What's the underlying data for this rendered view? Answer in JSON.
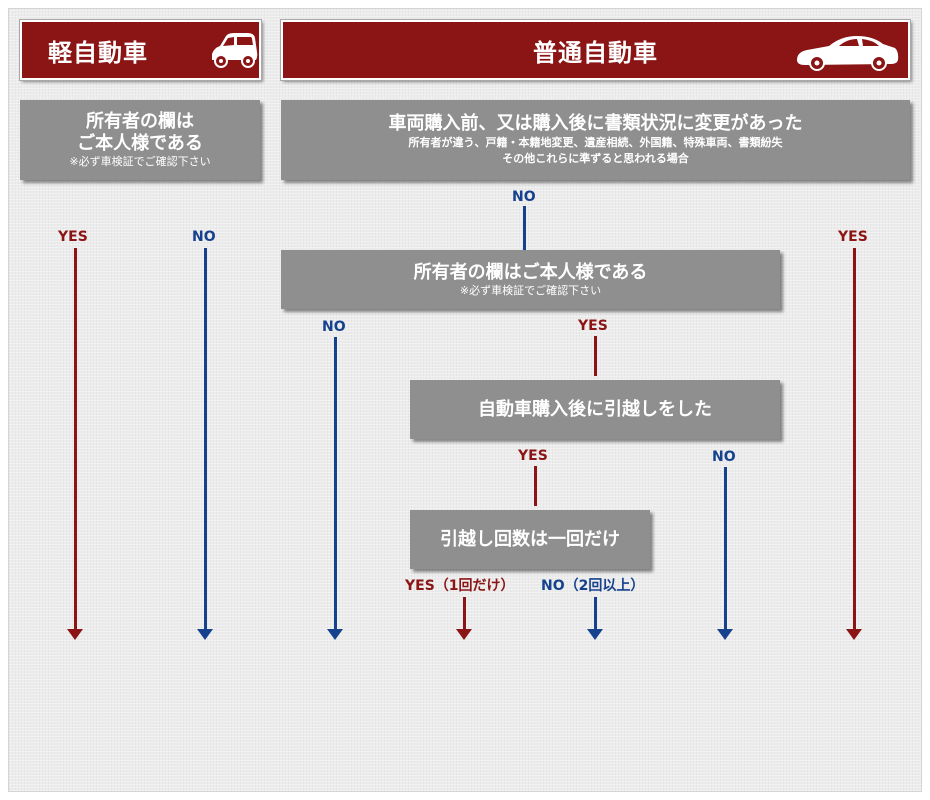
{
  "headers": {
    "kei": "軽自動車",
    "regular": "普通自動車"
  },
  "boxes": {
    "kei_owner": {
      "line1": "所有者の欄は",
      "line2": "ご本人様である",
      "note": "※必ず車検証でご確認下さい"
    },
    "document_change": {
      "title": "車両購入前、又は購入後に書類状況に変更があった",
      "sub1": "所有者が違う、戸籍・本籍地変更、遺産相続、外国籍、特殊車両、書類紛失",
      "sub2": "その他これらに準ずると思われる場合"
    },
    "regular_owner": {
      "title": "所有者の欄はご本人様である",
      "note": "※必ず車検証でご確認下さい"
    },
    "moved": {
      "title": "自動車購入後に引越しをした"
    },
    "move_once": {
      "title": "引越し回数は一回だけ"
    }
  },
  "labels": {
    "yes": "YES",
    "no": "NO",
    "yes_once": "YES（1回だけ）",
    "no_twice": "NO（2回以上）"
  },
  "colors": {
    "header_red": "#8b1414",
    "yes_red": "#8b1414",
    "no_blue": "#16418d",
    "box_gray": "#8f8f8f"
  },
  "icons": {
    "kei_car": "compact-car-icon",
    "regular_car": "sports-car-icon"
  }
}
